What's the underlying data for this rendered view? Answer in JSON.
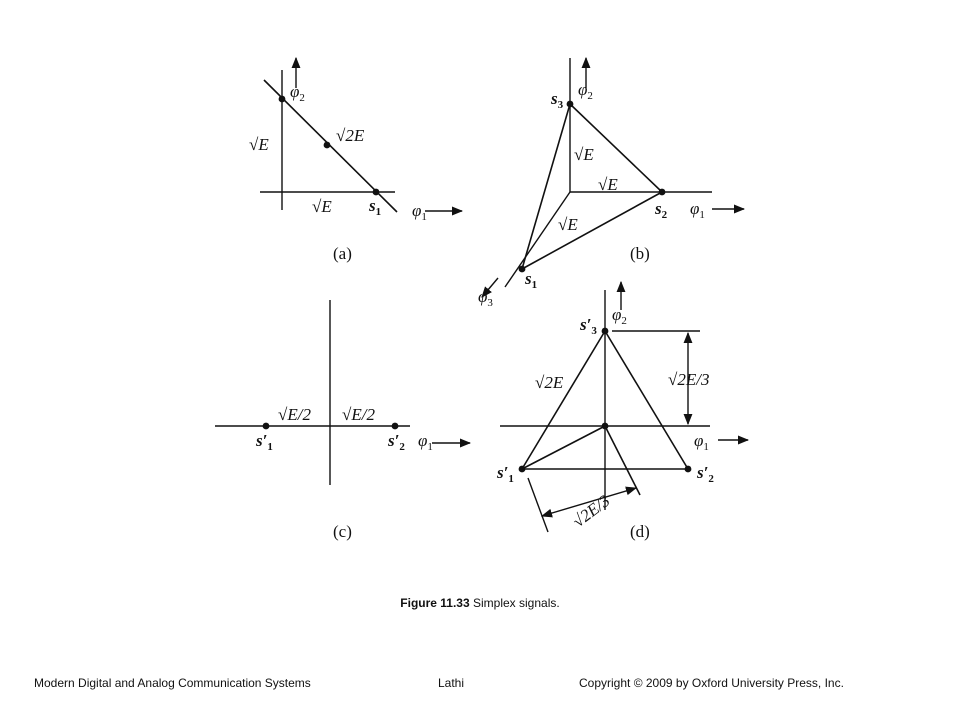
{
  "panels": {
    "a": {
      "label": "(a)",
      "phi1": "φ",
      "phi1_sub": "1",
      "phi2": "φ",
      "phi2_sub": "2",
      "rootE_vert": "√E",
      "rootE_horiz": "√E",
      "root2E": "√2E",
      "s1": "s",
      "s1_sub": "1"
    },
    "b": {
      "label": "(b)",
      "phi1": "φ",
      "phi1_sub": "1",
      "phi2": "φ",
      "phi2_sub": "2",
      "phi3": "φ",
      "phi3_sub": "3",
      "rootE_1": "√E",
      "rootE_2": "√E",
      "rootE_3": "√E",
      "s1": "s",
      "s1_sub": "1",
      "s2": "s",
      "s2_sub": "2",
      "s3": "s",
      "s3_sub": "3"
    },
    "c": {
      "label": "(c)",
      "phi1": "φ",
      "phi1_sub": "1",
      "rootE2_left": "√E/2",
      "rootE2_right": "√E/2",
      "s1": "s′",
      "s1_sub": "1",
      "s2": "s′",
      "s2_sub": "2"
    },
    "d": {
      "label": "(d)",
      "phi1": "φ",
      "phi1_sub": "1",
      "phi2": "φ",
      "phi2_sub": "2",
      "root2E": "√2E",
      "root2E3_vert": "√2E/3",
      "root2E3_diag": "√2E/3",
      "s1": "s′",
      "s1_sub": "1",
      "s2": "s′",
      "s2_sub": "2",
      "s3": "s′",
      "s3_sub": "3"
    }
  },
  "caption": {
    "figure": "Figure 11.33",
    "text": "Simplex signals."
  },
  "footer": {
    "left": "Modern Digital and Analog Communication Systems",
    "center": "Lathi",
    "right": "Copyright © 2009 by Oxford University Press, Inc."
  }
}
